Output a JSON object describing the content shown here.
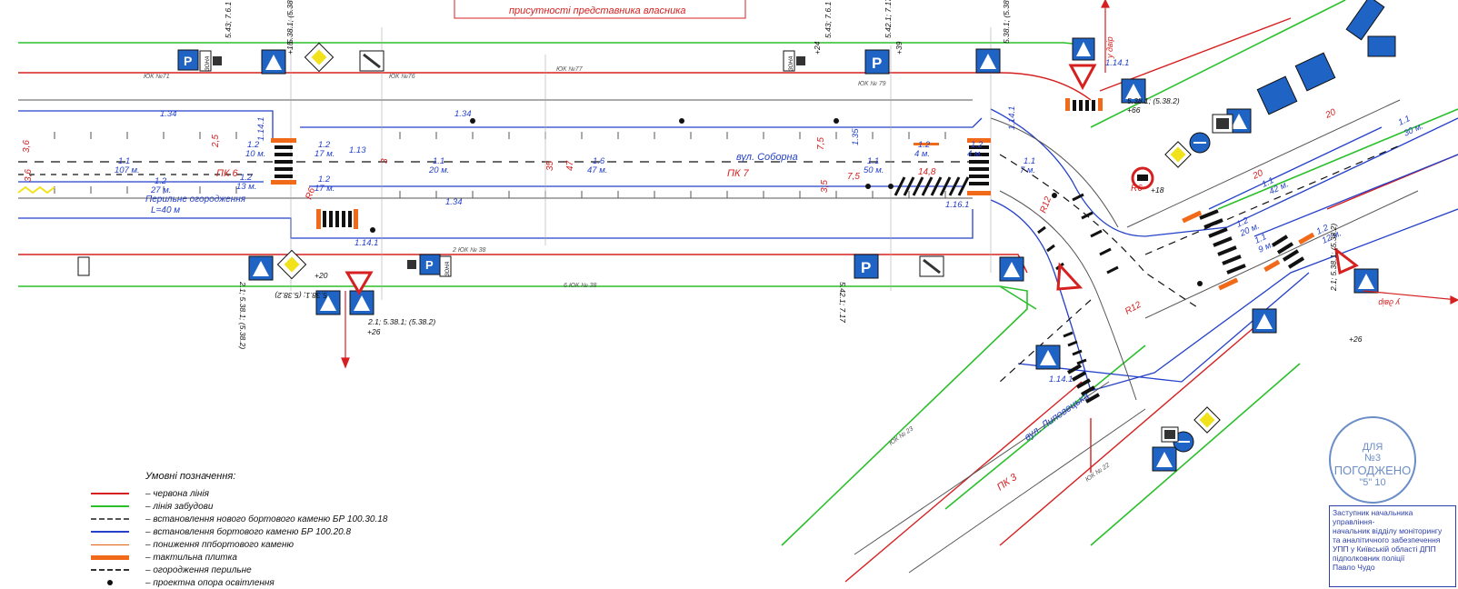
{
  "header": {
    "note": "присутності представника власника"
  },
  "labels": {
    "street_main": "вул. Соборна",
    "street_side": "вул. Липовецька",
    "pk6": "ПК 6",
    "pk7": "ПК 7",
    "pk3": "ПК 3",
    "railing": "Перильне огородження",
    "railing_len": "L=40 м",
    "yuk71": "ЮК №71",
    "yuk76": "ЮК №76",
    "yuk77": "ЮК №77",
    "yuk79": "ЮК № 79",
    "yuk38a": "2 ЮК № 38",
    "yuk38b": "6 ЮК № 38",
    "yuk23": "ЮК № 23",
    "yuk22": "ЮК № 22",
    "m_1_34_a": "1.34",
    "m_1_34_b": "1.34",
    "m_1_34_c": "1.34",
    "m_1_1_107": "1.1",
    "m_107": "107 м.",
    "m_1_2_10": "1.2",
    "m_10": "10 м.",
    "m_1_2_27": "1.2",
    "m_27": "27 м.",
    "m_1_2_13": "1.2",
    "m_13": "13 м.",
    "m_1_2_17": "1.2",
    "m_17": "17 м.",
    "m_1_1_20": "1.1",
    "m_20": "20 м.",
    "m_1_6": "1.6",
    "m_47": "47 м.",
    "m_1_1_50": "1.1",
    "m_50": "50 м.",
    "m_1_2_4a": "1.2",
    "m_4a": "4 м.",
    "m_1_2_4b": "1.2",
    "m_4b": "4 м.",
    "m_1_1_7": "1.1",
    "m_7": "7 м.",
    "m_1_14_1_a": "1.14.1",
    "m_1_14_1_b": "1.14.1",
    "m_1_14_1_c": "1.14.1",
    "m_1_16_1": "1.16.1",
    "m_1_13": "1.13",
    "m_1_35": "1.35",
    "d_2_5": "2,5",
    "d_3_6": "3,6",
    "d_3": "3",
    "d_35": "35",
    "d_47": "47",
    "d_7_5a": "7,5",
    "d_7_5b": "7,5",
    "d_3_5": "3,5",
    "d_14_8": "14,8",
    "d_20": "20",
    "r6a": "R6",
    "r6b": "R6",
    "r12a": "R12",
    "r12b": "R12",
    "sign_2_1": "2.1; 5.38.1; (5.38.2)",
    "sign_2_1_b": "2.1; 5.38.1; (5.38.2)",
    "sign_5381": "5.38.1; (5.38.2)",
    "sign_5381_b": "5.38.1; (5.38.2)",
    "sign_p26": "+26",
    "sign_p26_b": "+26",
    "sign_p66": "+66",
    "sign_p20": "+20",
    "sign_p15": "+15",
    "sign_p24": "+24",
    "sign_p39": "+39",
    "sign_p18": "+18",
    "sign_543": "5.43; 7.6.1",
    "sign_542": "5.42.1; 7.17",
    "sign_zona": "ЗОНА",
    "pro_dvr": "у двір",
    "pro_dvr2": "у двір",
    "s_1_1_42": "1.1",
    "s_42": "42 м.",
    "s_1_2_20": "1.2",
    "s_20m": "20 м.",
    "s_1_1_30": "1.1",
    "s_30": "30 м.",
    "s_1_2_12": "1.2",
    "s_12": "12 м.",
    "s_1_2_9": "1.1",
    "s_9": "9 м."
  },
  "legend": {
    "title": "Умовні позначення:",
    "items": [
      {
        "text": "– червона лінія",
        "color": "#d62020",
        "style": "solid"
      },
      {
        "text": "– лінія забудови",
        "color": "#2bbf2b",
        "style": "solid"
      },
      {
        "text": "– встановлення нового бортового каменю БР 100.30.18",
        "color": "#555555",
        "style": "hatch"
      },
      {
        "text": "– встановлення бортового каменю БР 100.20.8",
        "color": "#2541c9",
        "style": "solid"
      },
      {
        "text": "– пониження ппбортового каменю",
        "color": "#e06010",
        "style": "thin"
      },
      {
        "text": "– тактильна плитка",
        "color": "#f06a1a",
        "style": "thick"
      },
      {
        "text": "– огородження перильне",
        "color": "#333333",
        "style": "hatch"
      },
      {
        "text": "– проектна опора освітлення",
        "color": "#111111",
        "style": "dot"
      }
    ]
  },
  "stamp": {
    "round_line1": "ДЛЯ",
    "round_line2": "№3",
    "round_line3": "ПОГОДЖЕНО",
    "round_line4": "\"5\" 10",
    "box_line1": "Заступник начальника управління-",
    "box_line2": "начальник відділу моніторингу",
    "box_line3": "та аналітичного забезпечення",
    "box_line4": "УПП у Київській області ДПП",
    "box_line5": "підполковник поліції",
    "box_line6": "Павло Чудо"
  },
  "colors": {
    "red_line": "#d62020",
    "green_line": "#2bbf2b",
    "blue_curb": "#2541c9",
    "tactile": "#f06a1a",
    "sign_blue": "#1f63c4",
    "sign_yellow": "#f2e21c"
  }
}
